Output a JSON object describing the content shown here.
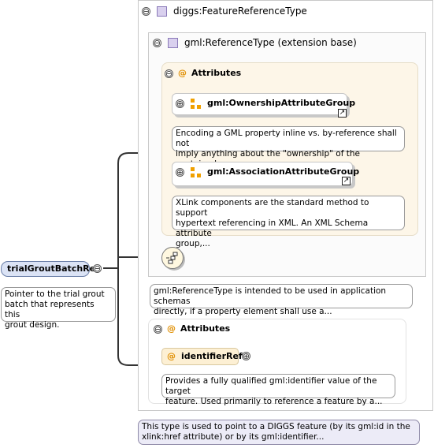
{
  "diagram": {
    "element": {
      "name": "trialGroutBatchRef",
      "note": [
        "Pointer to the trial grout",
        "batch that represents this",
        "grout design."
      ]
    },
    "type": {
      "name": "diggs:FeatureReferenceType",
      "note": [
        "This type is used to point to a DIGGS feature (by its gml:id in the",
        "xlink:href attribute) or by its gml:identifier..."
      ]
    },
    "base": {
      "name": "gml:ReferenceType (extension base)",
      "note": [
        "gml:ReferenceType is intended to be used in application schemas",
        "directly, if a property element shall use a..."
      ]
    },
    "base_attributes": {
      "title": "Attributes",
      "groups": [
        {
          "name": "gml:OwnershipAttributeGroup",
          "note": [
            "Encoding a GML property inline vs. by-reference shall not",
            "imply anything about the \"ownership\" of the contained or..."
          ]
        },
        {
          "name": "gml:AssociationAttributeGroup",
          "note": [
            "XLink components are the standard method to support",
            "hypertext referencing in XML. An XML Schema attribute",
            "group,..."
          ]
        }
      ]
    },
    "own_attributes": {
      "title": "Attributes",
      "attribute": {
        "name": "identifierRef",
        "note": [
          "Provides a fully qualified gml:identifier value of the target",
          "feature. Used primarily to reference a feature by a..."
        ]
      }
    },
    "symbols": {
      "collapse": "⊖",
      "expand": "⊕",
      "attr": "@",
      "link": "↗"
    },
    "icons": [
      "minus-icon",
      "plus-icon",
      "complex-type-icon",
      "attribute-group-icon",
      "sequence-icon",
      "link-arrow-icon"
    ]
  }
}
